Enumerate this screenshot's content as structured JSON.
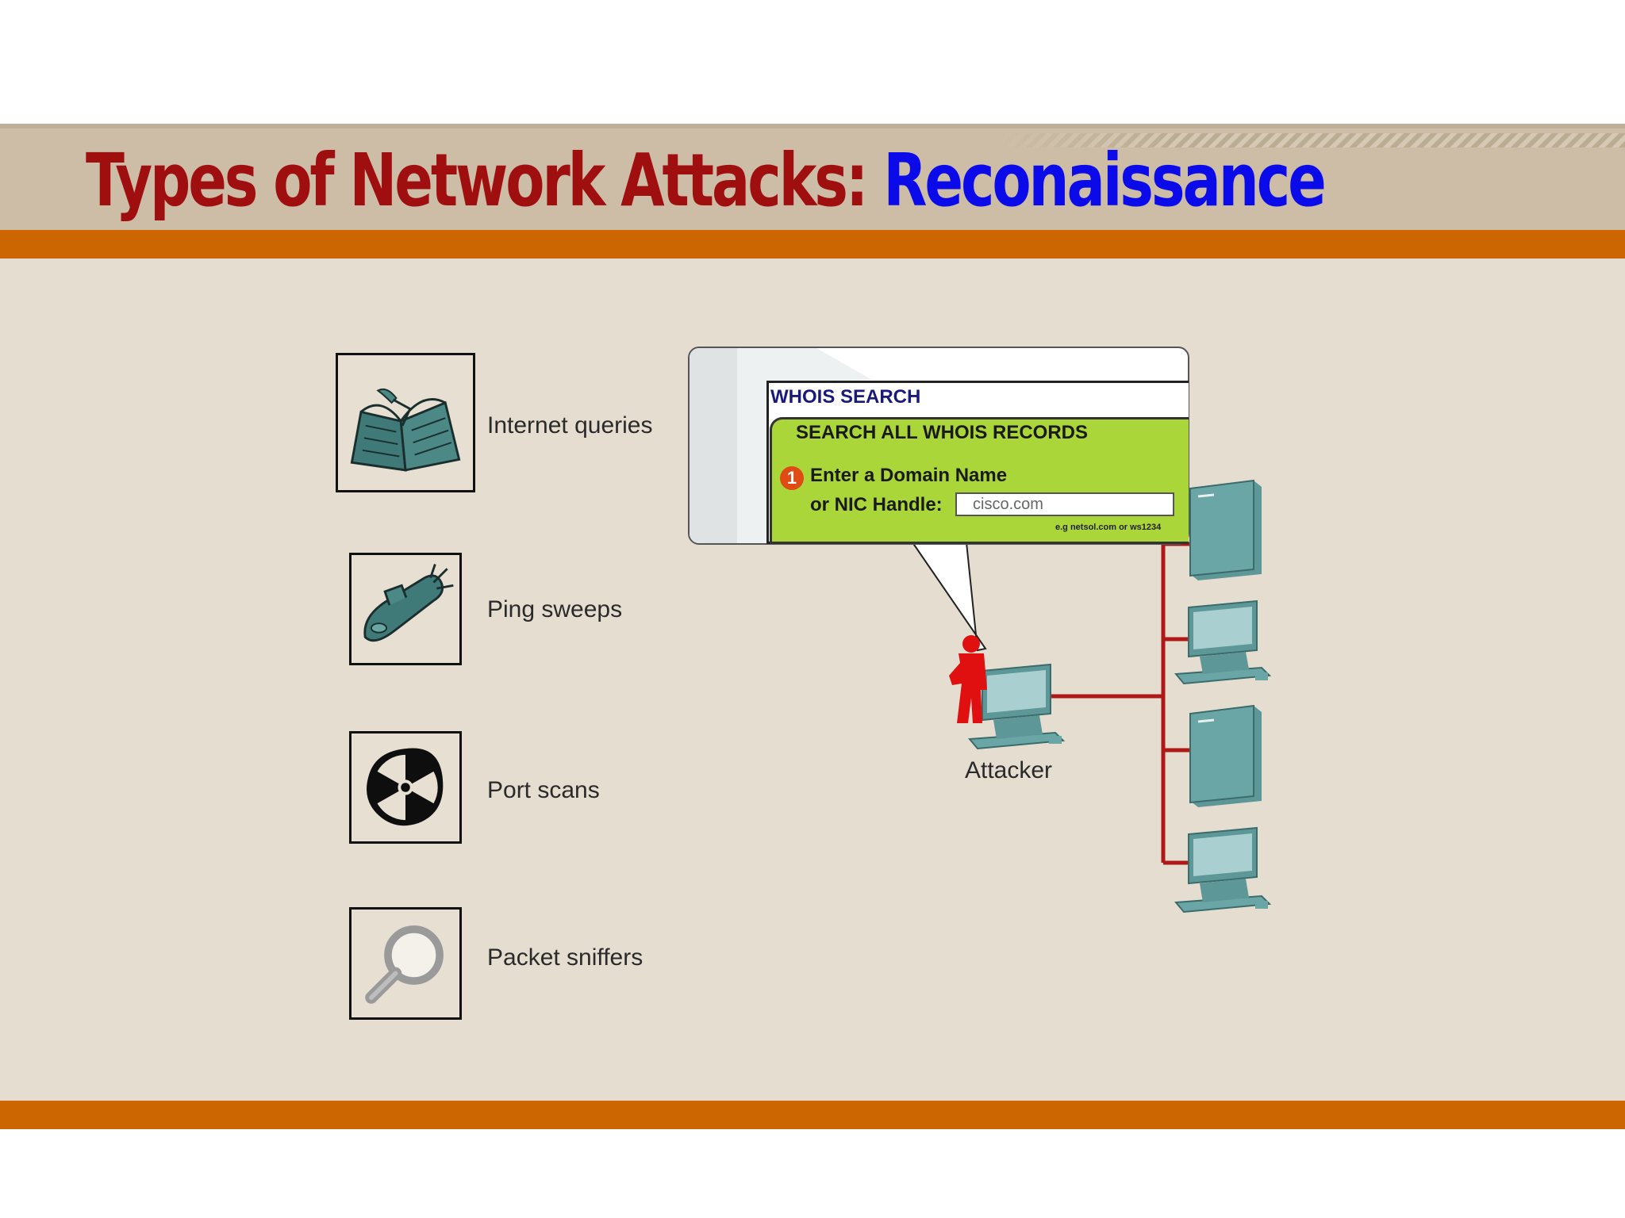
{
  "slide": {
    "title_part1": "Types of Network Attacks: ",
    "title_part2": "Reconaissance",
    "colors": {
      "title_red": "#a00f10",
      "title_blue": "#0b0bea",
      "accent_orange": "#cc6600",
      "network_line": "#b01818"
    }
  },
  "attack_types": [
    {
      "label": "Internet queries",
      "icon": "book-icon"
    },
    {
      "label": "Ping sweeps",
      "icon": "submarine-icon"
    },
    {
      "label": "Port scans",
      "icon": "radiation-icon"
    },
    {
      "label": "Packet sniffers",
      "icon": "magnifier-icon"
    }
  ],
  "whois": {
    "heading": "WHOIS SEARCH",
    "subheading": "SEARCH ALL WHOIS RECORDS",
    "step_number": "1",
    "domain_label": "Enter a Domain Name",
    "nic_label": "or NIC Handle:",
    "input_value": "cisco.com",
    "hint": "e.g netsol.com or ws1234"
  },
  "diagram": {
    "attacker_label": "Attacker"
  }
}
